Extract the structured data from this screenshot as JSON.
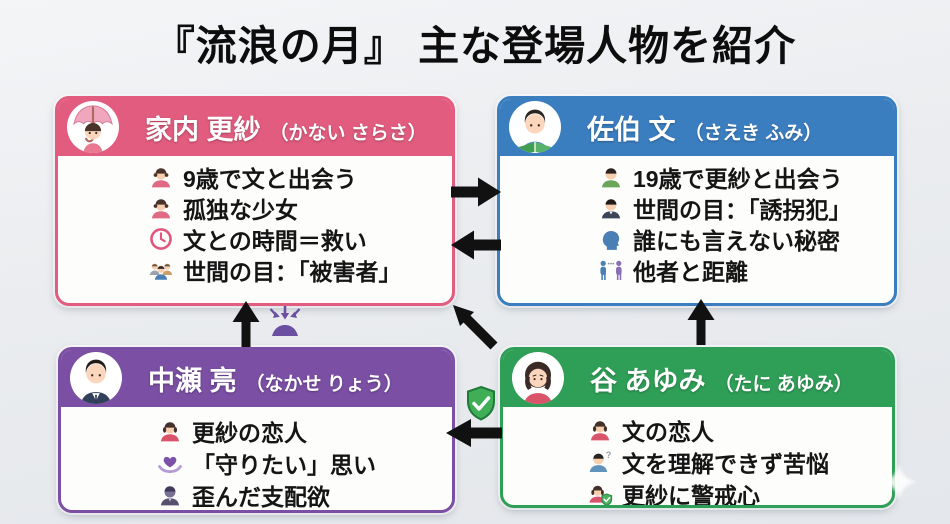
{
  "title": "『流浪の月』 主な登場人物を紹介",
  "colors": {
    "sarasa_accent": "#e15c7e",
    "fumi_accent": "#3b7ec0",
    "nakase_accent": "#7b4fa4",
    "tani_accent": "#2f9e57",
    "arrow": "#111111",
    "background": "#eaecef"
  },
  "cards": {
    "sarasa": {
      "avatar": "girl-with-umbrella-avatar",
      "name": "家内 更紗",
      "furigana": "（かない さらさ）",
      "traits": [
        {
          "icon": "girl-icon",
          "text": "9歳で文と出会う"
        },
        {
          "icon": "girl-icon",
          "text": "孤独な少女"
        },
        {
          "icon": "clock-icon",
          "text": "文との時間＝救い"
        },
        {
          "icon": "crowd-icon",
          "text": "世間の目：「被害者」"
        }
      ]
    },
    "fumi": {
      "avatar": "boy-reading-book-avatar",
      "name": "佐伯 文",
      "furigana": "（さえき ふみ）",
      "traits": [
        {
          "icon": "boy-icon",
          "text": "19歳で更紗と出会う"
        },
        {
          "icon": "businessman-icon",
          "text": "世間の目：「誘拐犯」"
        },
        {
          "icon": "silhouette-head-icon",
          "text": "誰にも言えない秘密"
        },
        {
          "icon": "distance-icon",
          "text": "他者と距離"
        }
      ]
    },
    "nakase": {
      "avatar": "suit-man-avatar",
      "name": "中瀬 亮",
      "furigana": "（なかせ りょう）",
      "traits": [
        {
          "icon": "woman-icon",
          "text": "更紗の恋人"
        },
        {
          "icon": "heart-in-hands-icon",
          "text": "「守りたい」思い"
        },
        {
          "icon": "dark-man-icon",
          "text": "歪んだ支配欲"
        }
      ]
    },
    "tani": {
      "avatar": "worried-woman-avatar",
      "name": "谷 あゆみ",
      "furigana": "（たに あゆみ）",
      "traits": [
        {
          "icon": "woman-icon",
          "text": "文の恋人"
        },
        {
          "icon": "confused-person-icon",
          "text": "文を理解できず苦悩"
        },
        {
          "icon": "shield-woman-icon",
          "text": "更紗に警戒心"
        }
      ]
    }
  },
  "connectors": [
    {
      "from": "sarasa",
      "to": "fumi",
      "shape": "arrow-right"
    },
    {
      "from": "fumi",
      "to": "sarasa",
      "shape": "arrow-left"
    },
    {
      "from": "nakase",
      "to": "sarasa",
      "shape": "arrow-up",
      "icon": "pressure-icon"
    },
    {
      "from": "tani",
      "to": "sarasa",
      "shape": "arrow-up-left"
    },
    {
      "from": "tani",
      "to": "fumi",
      "shape": "arrow-up"
    },
    {
      "from": "tani",
      "to": "nakase",
      "shape": "arrow-left",
      "icon": "shield-check-icon"
    }
  ]
}
